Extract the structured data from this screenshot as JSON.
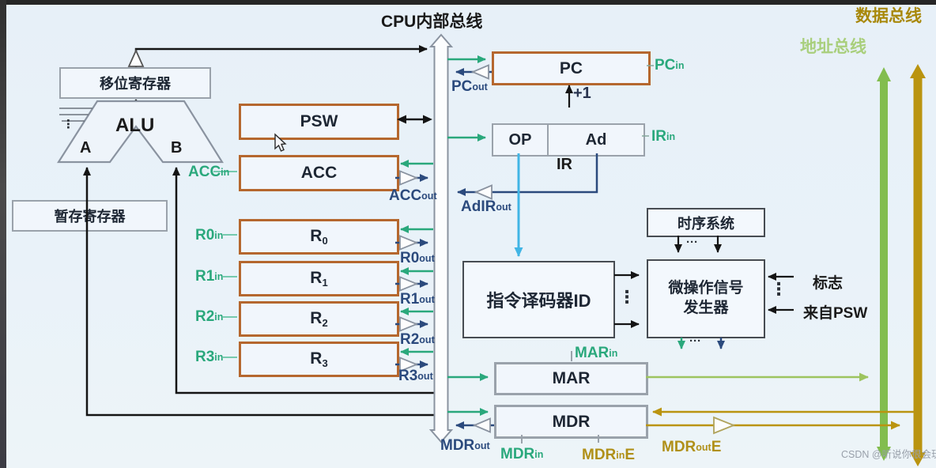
{
  "titles": {
    "cpu_internal_bus": "CPU内部总线",
    "data_bus": "数据总线",
    "address_bus": "地址总线"
  },
  "boxes": {
    "shift_register": "移位寄存器",
    "temp_register": "暂存寄存器",
    "alu": "ALU",
    "alu_a": "A",
    "alu_b": "B",
    "psw": "PSW",
    "acc": "ACC",
    "r0": {
      "base": "R",
      "sub": "0"
    },
    "r1": {
      "base": "R",
      "sub": "1"
    },
    "r2": {
      "base": "R",
      "sub": "2"
    },
    "r3": {
      "base": "R",
      "sub": "3"
    },
    "pc": "PC",
    "op": "OP",
    "ad": "Ad",
    "ir": "IR",
    "plus_one": "+1",
    "timing_system": "时序系统",
    "instruction_decoder": "指令译码器ID",
    "microop_generator_line1": "微操作信号",
    "microop_generator_line2": "发生器",
    "flags_line1": "标志",
    "flags_line2": "来自PSW",
    "mar": "MAR",
    "mdr": "MDR"
  },
  "signals": {
    "pc_in": {
      "base": "PC",
      "suffix": "in"
    },
    "pc_out": {
      "base": "PC",
      "suffix": "out"
    },
    "ir_in": {
      "base": "IR",
      "suffix": "in"
    },
    "adir_out": {
      "base": "AdIR",
      "suffix": "out"
    },
    "acc_in": {
      "base": "ACC",
      "suffix": "in"
    },
    "acc_out": {
      "base": "ACC",
      "suffix": "out"
    },
    "r0_in": {
      "base": "R0",
      "suffix": "in"
    },
    "r0_out": {
      "base": "R0",
      "suffix": "out"
    },
    "r1_in": {
      "base": "R1",
      "suffix": "in"
    },
    "r1_out": {
      "base": "R1",
      "suffix": "out"
    },
    "r2_in": {
      "base": "R2",
      "suffix": "in"
    },
    "r2_out": {
      "base": "R2",
      "suffix": "out"
    },
    "r3_in": {
      "base": "R3",
      "suffix": "in"
    },
    "r3_out": {
      "base": "R3",
      "suffix": "out"
    },
    "mar_in": {
      "base": "MAR",
      "suffix": "in"
    },
    "mdr_out": {
      "base": "MDR",
      "suffix": "out"
    },
    "mdr_in": {
      "base": "MDR",
      "suffix": "in"
    },
    "mdr_in_e": {
      "base": "MDR",
      "suffix": "in",
      "trail": "E"
    },
    "mdr_out_e": {
      "base": "MDR",
      "suffix": "out",
      "trail": "E"
    }
  },
  "glyphs": {
    "dots_h": "···",
    "dots_v": "⋮"
  },
  "colors": {
    "orange_border": "#b5672e",
    "gray_border": "#9aa2ab",
    "green_signal": "#2aa87c",
    "navy_signal": "#2b4a7d",
    "cyan_signal": "#41b5e5",
    "address_bus_green": "#82bd4e",
    "data_bus_olive": "#ba9410",
    "wire_black": "#141414"
  },
  "watermark": "CSDN @听说你很会玩"
}
